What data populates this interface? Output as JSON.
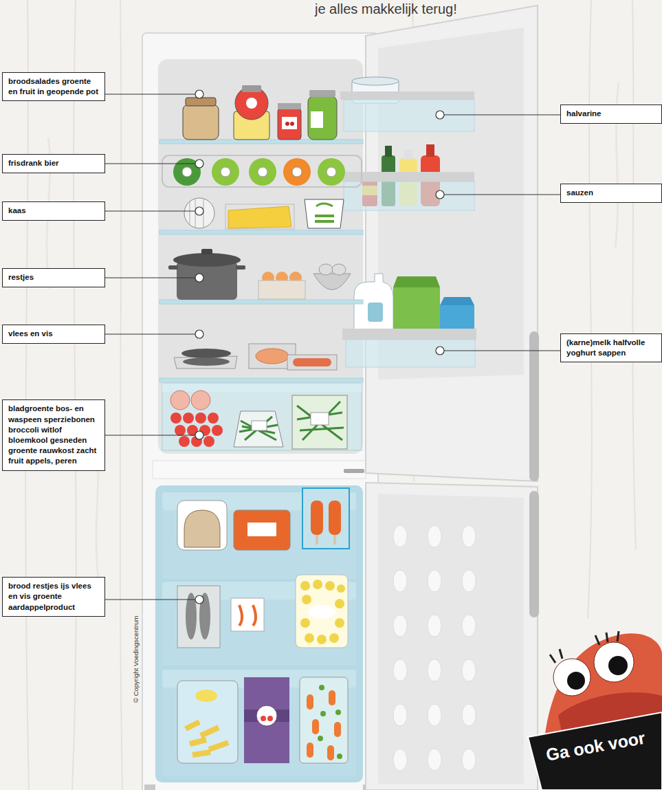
{
  "diagram": {
    "nodes": [
      {
        "text": [
          "broodsalades groente en fruit in geopende pot"
        ]
      },
      {
        "text": [
          "frisdrank bier"
        ]
      },
      {
        "text": [
          "kaas"
        ]
      },
      {
        "text": [
          "restjes"
        ]
      },
      {
        "text": [
          "vlees en vis"
        ]
      },
      {
        "text": [
          "bladgroente bos- en waspeen sperziebonen broccoli witlof bloemkool gesneden groente rauwkost zacht fruit appels, peren"
        ]
      },
      {
        "text": [
          "brood restjes ijs vlees en vis groente aardappelproduct"
        ]
      },
      {
        "text": [
          "halvarine"
        ]
      },
      {
        "text": [
          "sauzen"
        ]
      },
      {
        "text": [
          "(karne)melk halfvolle yoghurt sappen"
        ]
      }
    ],
    "labels": [
      "je alles makkelijk terug!",
      "© Copyright Voedingscentrum",
      "Ga ook voor"
    ]
  }
}
